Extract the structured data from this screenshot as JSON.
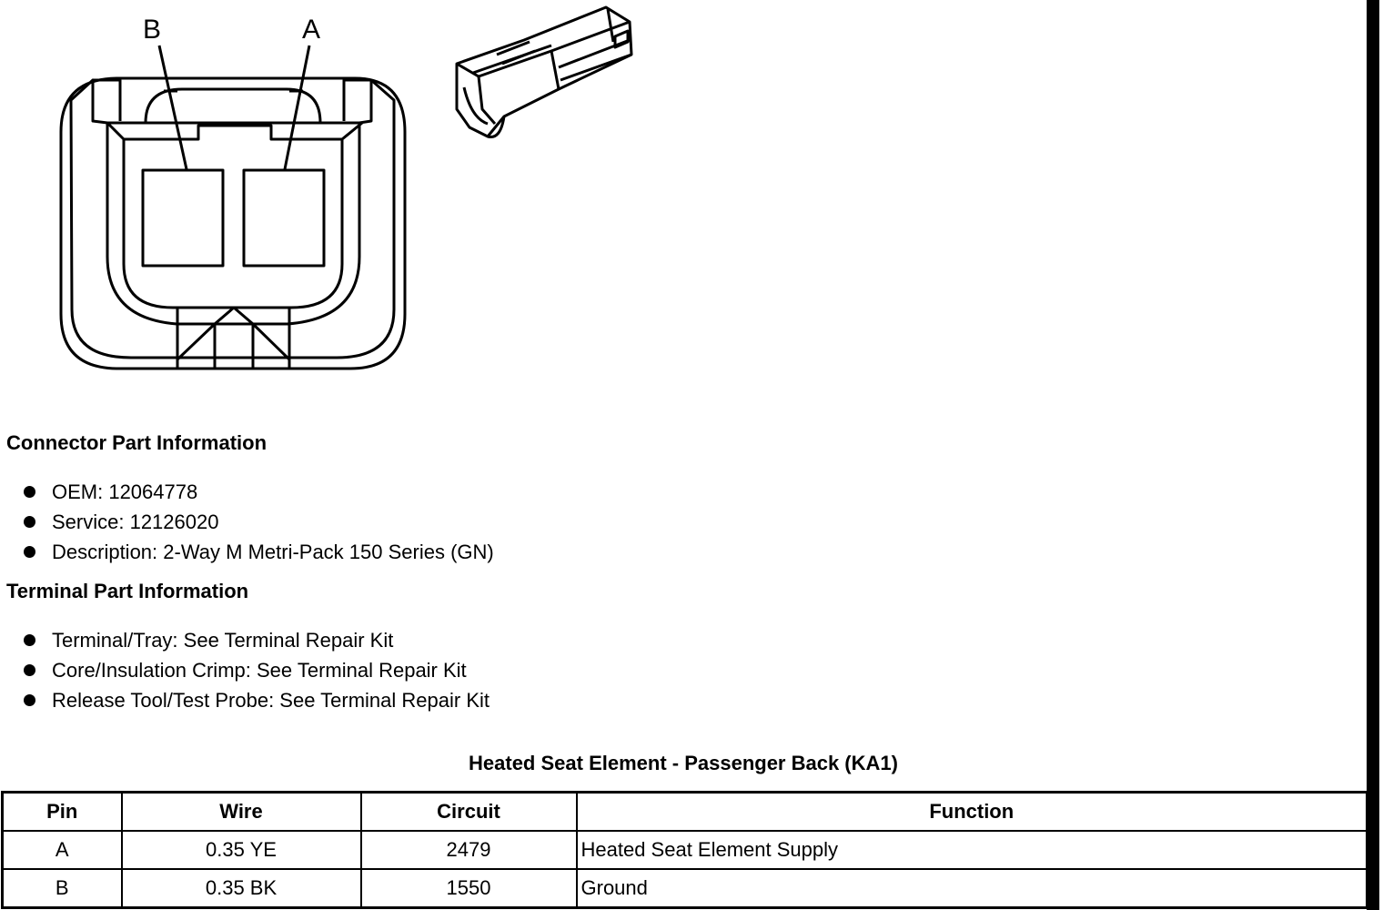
{
  "diagram": {
    "pin_label_a": "A",
    "pin_label_b": "B"
  },
  "connector_section": {
    "heading": "Connector Part Information",
    "items": [
      "OEM: 12064778",
      "Service: 12126020",
      "Description: 2-Way M Metri-Pack 150 Series (GN)"
    ]
  },
  "terminal_section": {
    "heading": "Terminal Part Information",
    "items": [
      "Terminal/Tray: See Terminal Repair Kit",
      "Core/Insulation Crimp: See Terminal Repair Kit",
      "Release Tool/Test Probe: See Terminal Repair Kit"
    ]
  },
  "table": {
    "title": "Heated Seat Element - Passenger Back (KA1)",
    "headers": [
      "Pin",
      "Wire",
      "Circuit",
      "Function"
    ],
    "rows": [
      [
        "A",
        "0.35 YE",
        "2479",
        "Heated Seat Element Supply"
      ],
      [
        "B",
        "0.35 BK",
        "1550",
        "Ground"
      ]
    ]
  }
}
